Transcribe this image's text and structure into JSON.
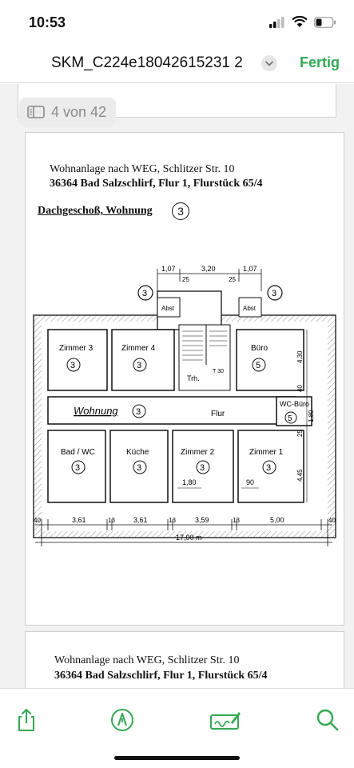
{
  "status": {
    "time": "10:53"
  },
  "nav": {
    "title": "SKM_C224e18042615231 2",
    "done_label": "Fertig"
  },
  "viewer": {
    "page_indicator": "4 von 42"
  },
  "document": {
    "line1": "Wohnanlage nach WEG, Schlitzer Str. 10",
    "line2": "36364 Bad Salzschlirf, Flur 1, Flurstück 65/4",
    "floor_label": "Dachgeschoß, Wohnung",
    "floor_number": "3",
    "plan": {
      "rooms": [
        {
          "name": "Zimmer 3",
          "number": "3"
        },
        {
          "name": "Zimmer 4",
          "number": "3"
        },
        {
          "name": "Büro",
          "number": "5"
        },
        {
          "name": "Wohnung",
          "number": "3"
        },
        {
          "name": "WC-Büro",
          "number": "5"
        },
        {
          "name": "Bad / WC",
          "number": "3"
        },
        {
          "name": "Küche",
          "number": "3"
        },
        {
          "name": "Zimmer 2",
          "number": "3"
        },
        {
          "name": "Zimmer 1",
          "number": "3"
        }
      ],
      "labels": {
        "flur": "Flur",
        "trh": "Trh.",
        "t30": "T 30",
        "abst_left": "Abst",
        "abst_right": "Abst",
        "marker_left": "3",
        "marker_right": "3"
      },
      "top_dims": [
        "1,07",
        "3,20",
        "1,07",
        "25",
        "25"
      ],
      "side_dims": [
        "4,30",
        "40",
        "1,80",
        "25",
        "4,45"
      ],
      "inner_dims": [
        "1,80",
        "90"
      ],
      "bottom_dims": [
        "40",
        "3,61",
        "13",
        "3,61",
        "13",
        "3,59",
        "13",
        "5,00",
        "40"
      ],
      "total_dim": "17,00 m"
    },
    "next_line1": "Wohnanlage nach WEG, Schlitzer Str. 10",
    "next_line2": "36364 Bad Salzschlirf, Flur 1, Flurstück 65/4"
  },
  "toolbar": {
    "share_icon": "share-icon",
    "markup_icon": "markup-pen-icon",
    "signature_icon": "signature-icon",
    "search_icon": "search-icon",
    "accent_color": "#34a853"
  }
}
